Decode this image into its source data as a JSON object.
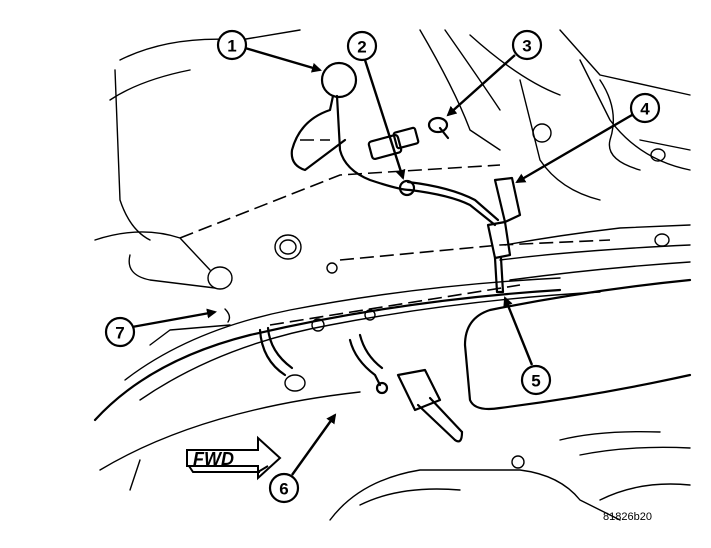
{
  "callouts": [
    {
      "number": "1"
    },
    {
      "number": "2"
    },
    {
      "number": "3"
    },
    {
      "number": "4"
    },
    {
      "number": "5"
    },
    {
      "number": "6"
    },
    {
      "number": "7"
    }
  ],
  "direction_label": "FWD",
  "figure_code": "81826b20"
}
